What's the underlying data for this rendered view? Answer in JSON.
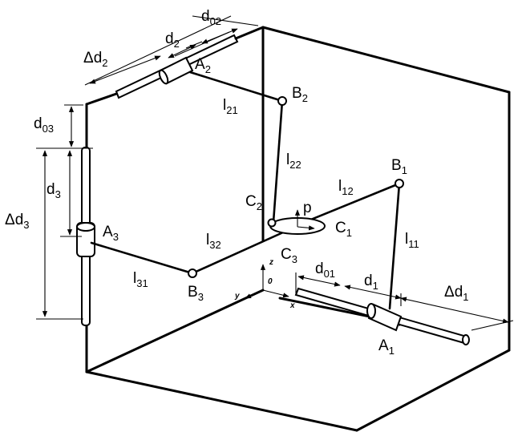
{
  "labels": {
    "delta_d1": {
      "main": "Δd",
      "sub": "1"
    },
    "delta_d2": {
      "main": "Δd",
      "sub": "2"
    },
    "delta_d3": {
      "main": "Δd",
      "sub": "3"
    },
    "d1": {
      "main": "d",
      "sub": "1"
    },
    "d2": {
      "main": "d",
      "sub": "2"
    },
    "d3": {
      "main": "d",
      "sub": "3"
    },
    "d01": {
      "main": "d",
      "sub": "01"
    },
    "d02": {
      "main": "d",
      "sub": "02"
    },
    "d03": {
      "main": "d",
      "sub": "03"
    },
    "A1": {
      "main": "A",
      "sub": "1"
    },
    "A2": {
      "main": "A",
      "sub": "2"
    },
    "A3": {
      "main": "A",
      "sub": "3"
    },
    "B1": {
      "main": "B",
      "sub": "1"
    },
    "B2": {
      "main": "B",
      "sub": "2"
    },
    "B3": {
      "main": "B",
      "sub": "3"
    },
    "C1": {
      "main": "C",
      "sub": "1"
    },
    "C2": {
      "main": "C",
      "sub": "2"
    },
    "C3": {
      "main": "C",
      "sub": "3"
    },
    "l11": {
      "main": "l",
      "sub": "11"
    },
    "l12": {
      "main": "l",
      "sub": "12"
    },
    "l21": {
      "main": "l",
      "sub": "21"
    },
    "l22": {
      "main": "l",
      "sub": "22"
    },
    "l31": {
      "main": "l",
      "sub": "31"
    },
    "l32": {
      "main": "l",
      "sub": "32"
    },
    "p": "p",
    "origin": "0",
    "axis_x": "x",
    "axis_y": "y",
    "axis_z": "z"
  }
}
